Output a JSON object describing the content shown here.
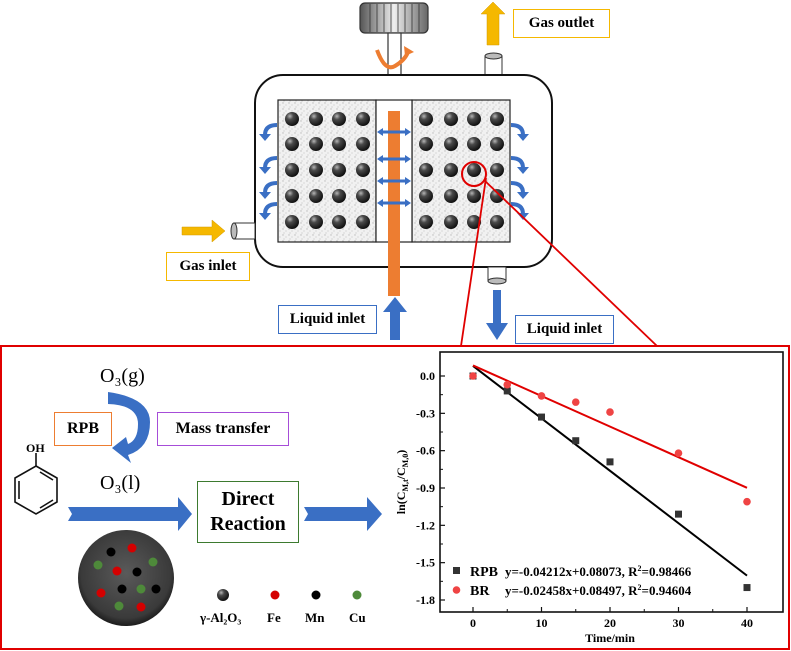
{
  "reactor": {
    "labels": {
      "gas_outlet": "Gas outlet",
      "gas_inlet": "Gas inlet",
      "liquid_inlet_left": "Liquid inlet",
      "liquid_inlet_right": "Liquid inlet"
    },
    "colors": {
      "gas": "#f5b800",
      "liquid": "#3a6fc4",
      "shaft": "#ed7d31",
      "zoom": "#e00000"
    }
  },
  "mechanism": {
    "o3_gas": "O₃(g)",
    "o3_liquid": "O₃(l)",
    "rpb": "RPB",
    "mass_transfer": "Mass transfer",
    "phenol_oh": "OH",
    "direct_reaction_line1": "Direct",
    "direct_reaction_line2": "Reaction",
    "legend": [
      {
        "label": "γ-Al₂O₃",
        "color": "#555555"
      },
      {
        "label": "Fe",
        "color": "#d40000"
      },
      {
        "label": "Mn",
        "color": "#000000"
      },
      {
        "label": "Cu",
        "color": "#4e8a3a"
      }
    ]
  },
  "chart_data": {
    "type": "scatter",
    "title": "",
    "xlabel": "Time/min",
    "ylabel": "ln(C_M,t/C_M,0)",
    "xlim": [
      -3,
      43
    ],
    "ylim": [
      -1.92,
      0.2
    ],
    "xticks": [
      0,
      10,
      20,
      30,
      40
    ],
    "yticks": [
      0.0,
      -0.3,
      -0.6,
      -0.9,
      -1.2,
      -1.5,
      -1.8
    ],
    "ytick_labels": [
      "0.0",
      "-0.3",
      "-0.6",
      "-0.9",
      "-1.2",
      "-1.5",
      "-1.8"
    ],
    "legend_position": "bottom-left",
    "series": [
      {
        "name": "RPB",
        "marker": "square",
        "color": "#333333",
        "line_color": "#000000",
        "x": [
          0,
          5,
          10,
          15,
          20,
          30,
          40
        ],
        "y": [
          0.0,
          -0.12,
          -0.33,
          -0.52,
          -0.69,
          -1.11,
          -1.7
        ],
        "fit": {
          "slope": -0.04212,
          "intercept": 0.08073,
          "r2": 0.98466
        },
        "equation": "y=-0.04212x+0.08073, R²=0.98466"
      },
      {
        "name": "BR",
        "marker": "circle",
        "color": "#ef4444",
        "line_color": "#e00000",
        "x": [
          0,
          5,
          10,
          15,
          20,
          30,
          40
        ],
        "y": [
          0.0,
          -0.07,
          -0.16,
          -0.21,
          -0.29,
          -0.62,
          -1.01
        ],
        "fit": {
          "slope": -0.02458,
          "intercept": 0.08497,
          "r2": 0.94604
        },
        "equation": "y=-0.02458x+0.08497, R²=0.94604"
      }
    ]
  }
}
